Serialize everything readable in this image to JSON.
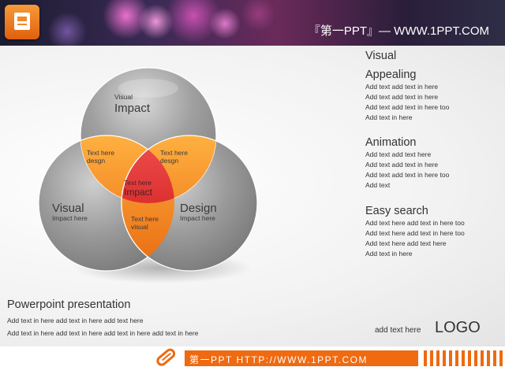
{
  "header": {
    "title": "『第一PPT』— WWW.1PPT.COM",
    "icon": "presentation-icon"
  },
  "venn": {
    "top": {
      "small": "Visual",
      "large": "Impact"
    },
    "left": {
      "large": "Visual",
      "small": "Impact here"
    },
    "right": {
      "large": "Design",
      "small": "Impact here"
    },
    "overlap_top_left": [
      "Text here",
      "desgn"
    ],
    "overlap_top_right": [
      "Text here",
      "desgn"
    ],
    "overlap_bottom": [
      "Text here",
      "visual"
    ],
    "center": {
      "small": "Text here",
      "large": "Impact"
    },
    "colors": {
      "circle": "#9a9a9a",
      "overlap": "#f08a20",
      "center": "#e02020"
    }
  },
  "sections": [
    {
      "title": [
        "Visual",
        "Appealing"
      ],
      "lines": [
        "Add text add text in  here",
        "Add text add text in  here",
        "Add text add text in  here too",
        "Add text in here"
      ]
    },
    {
      "title": [
        "Animation"
      ],
      "lines": [
        "Add text add text here",
        "Add text add text in  here",
        "Add text add text in  here too",
        "Add text"
      ]
    },
    {
      "title": [
        "Easy search"
      ],
      "lines": [
        "Add text here add text in  here too",
        "Add text here add text in  here too",
        "Add text here add text here",
        "Add text in here"
      ]
    }
  ],
  "bottom": {
    "title": "Powerpoint presentation",
    "lines": [
      "Add text in here add text in here add text here",
      "Add text in here add text in here add text in here add text in here"
    ]
  },
  "logo": {
    "small": "add text here",
    "large": "LOGO"
  },
  "footer": {
    "text": "第一PPT HTTP://WWW.1PPT.COM",
    "icon": "pencil-icon",
    "accent": "#ef6a10"
  }
}
